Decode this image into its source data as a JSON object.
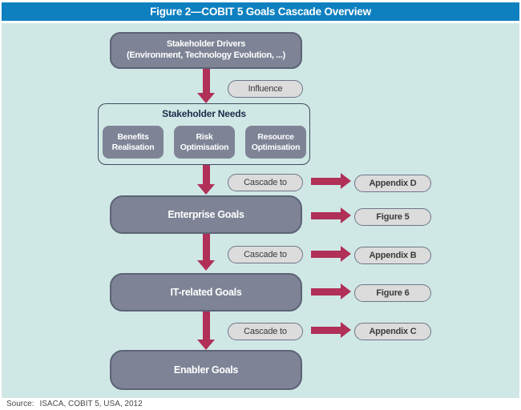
{
  "title": "Figure 2—COBIT 5 Goals Cascade Overview",
  "colors": {
    "titlebar_blue": "#0e80c0",
    "canvas_bg": "#cfe8e5",
    "node_gray": "#7e8496",
    "node_border": "#5c6375",
    "arrow_crimson": "#b03058",
    "pill_bg": "#dcdcdc",
    "needs_title_navy": "#1c2b4a"
  },
  "nodes": {
    "stakeholder_drivers": {
      "line1": "Stakeholder Drivers",
      "line2": "(Environment, Technology Evolution, ...)"
    },
    "influence_label": "Influence",
    "cascade_label": "Cascade to",
    "stakeholder_needs": {
      "title": "Stakeholder Needs",
      "items": [
        {
          "line1": "Benefits",
          "line2": "Realisation"
        },
        {
          "line1": "Risk",
          "line2": "Optimisation"
        },
        {
          "line1": "Resource",
          "line2": "Optimisation"
        }
      ]
    },
    "enterprise_goals": "Enterprise Goals",
    "it_related_goals": "IT-related Goals",
    "enabler_goals": "Enabler Goals"
  },
  "references": [
    {
      "label": "Appendix D"
    },
    {
      "label": "Figure 5"
    },
    {
      "label": "Appendix B"
    },
    {
      "label": "Figure 6"
    },
    {
      "label": "Appendix C"
    }
  ],
  "source": {
    "label": "Source:",
    "text": "ISACA, COBIT 5, USA, 2012"
  }
}
